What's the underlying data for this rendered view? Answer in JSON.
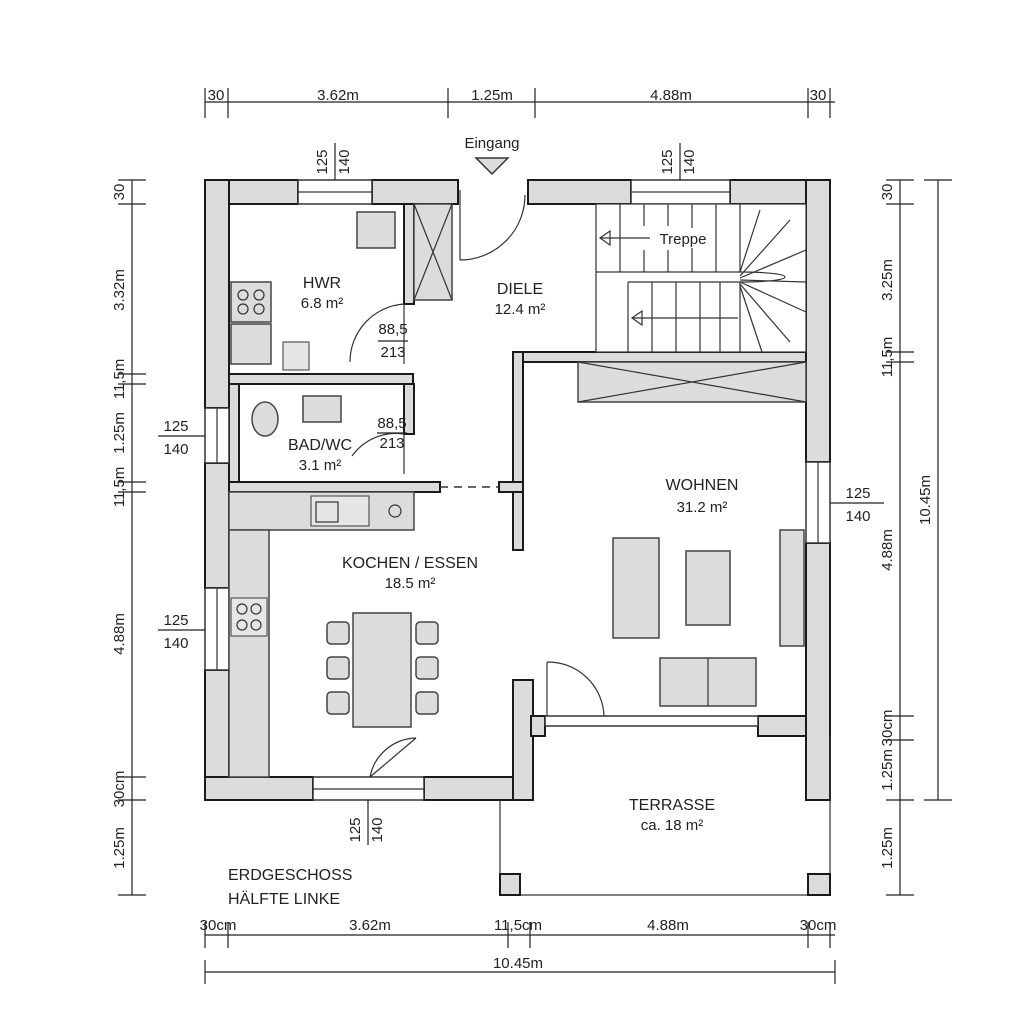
{
  "plan": {
    "title_line1": "ERDGESCHOSS",
    "title_line2": "HÄLFTE LINKE",
    "entrance": "Eingang",
    "stairs": "Treppe"
  },
  "rooms": {
    "hwr": {
      "name": "HWR",
      "area": "6.8 m²"
    },
    "diele": {
      "name": "DIELE",
      "area": "12.4 m²"
    },
    "bad": {
      "name": "BAD/WC",
      "area": "3.1 m²"
    },
    "kochen": {
      "name": "KOCHEN / ESSEN",
      "area": "18.5 m²"
    },
    "wohnen": {
      "name": "WOHNEN",
      "area": "31.2 m²"
    },
    "terrasse": {
      "name": "TERRASSE",
      "area": "ca. 18 m²"
    }
  },
  "doors": {
    "hwr": {
      "width": "88,5",
      "height": "213"
    },
    "bad": {
      "width": "88,5",
      "height": "213"
    }
  },
  "windows": {
    "hwr_top": {
      "width": "125",
      "height": "140"
    },
    "stairs_top": {
      "width": "125",
      "height": "140"
    },
    "bad_left": {
      "width": "125",
      "height": "140"
    },
    "kitchen_left": {
      "width": "125",
      "height": "140"
    },
    "wohnen_right": {
      "width": "125",
      "height": "140"
    },
    "kitchen_bottom": {
      "width": "125",
      "height": "140"
    }
  },
  "dims": {
    "top": [
      "30",
      "3.62m",
      "1.25m",
      "4.88m",
      "30"
    ],
    "bottom": [
      "30cm",
      "3.62m",
      "11,5cm",
      "4.88m",
      "30cm"
    ],
    "bottom_total": "10.45m",
    "left": [
      "30",
      "3.32m",
      "11,5m",
      "1.25m",
      "11,5m",
      "4.88m",
      "30cm",
      "1.25m"
    ],
    "right": [
      "30",
      "3.25m",
      "11,5m",
      "4.88m",
      "30cm",
      "1.25m",
      "1.25m"
    ],
    "right_total": "10.45m"
  }
}
